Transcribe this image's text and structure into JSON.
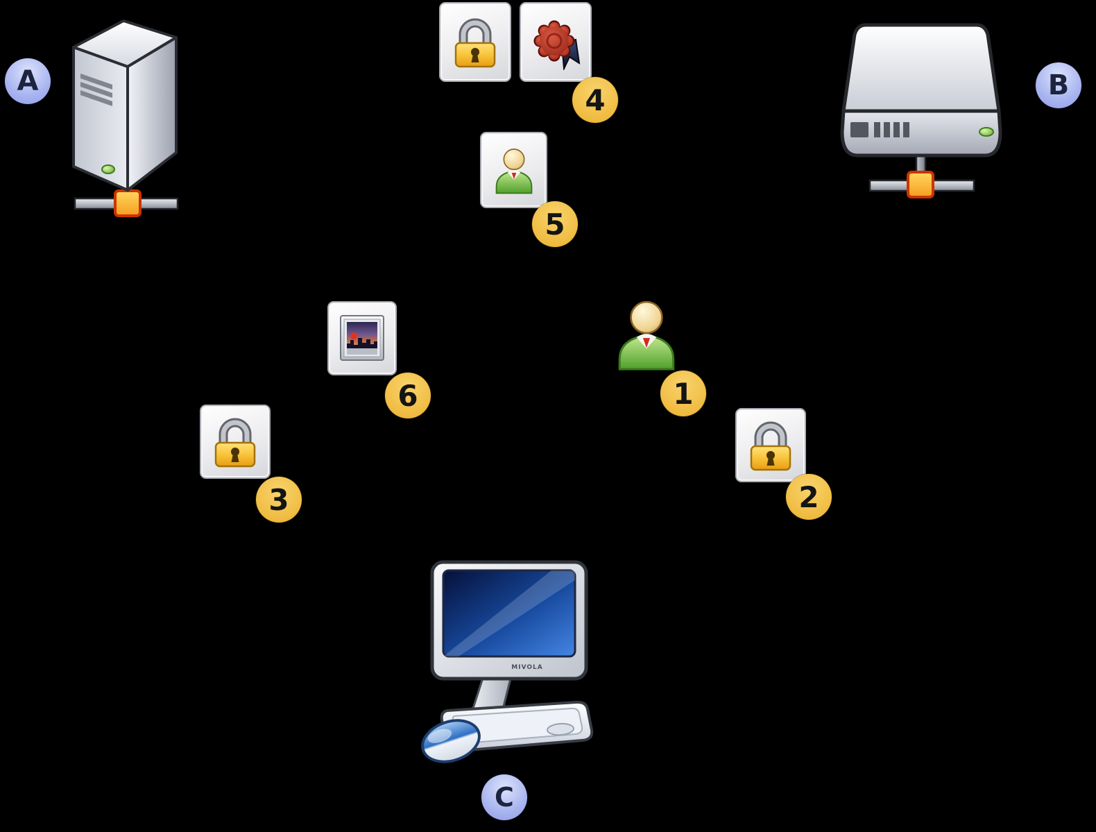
{
  "canvas": {
    "background": "#000000"
  },
  "markers": {
    "a": "A",
    "b": "B",
    "c": "C",
    "n1": "1",
    "n2": "2",
    "n3": "3",
    "n4": "4",
    "n5": "5",
    "n6": "6"
  },
  "computer": {
    "brand": "MIVOLA"
  },
  "icons": {
    "tower_server": "tower-server-icon",
    "network_drive": "network-drive-icon",
    "padlock": "padlock-icon",
    "certificate_seal": "certificate-seal-icon",
    "person": "person-icon",
    "photo": "photo-icon",
    "desktop_computer": "desktop-computer-icon",
    "network_connector": "network-connector-icon"
  },
  "colors": {
    "letter_badge_fill": "#aab6f0",
    "letter_badge_text": "#1c2440",
    "number_badge_fill": "#f1bf47",
    "number_badge_text": "#141414",
    "padlock_gold": "#f6c33c",
    "wax_seal_red": "#9c2012",
    "ribbon_navy": "#1a2440",
    "shirt_green": "#61ab34",
    "screen_blue": "#2059b0",
    "connector_orange": "#f9b233",
    "connector_border": "#cc3300",
    "background": "#000000"
  }
}
